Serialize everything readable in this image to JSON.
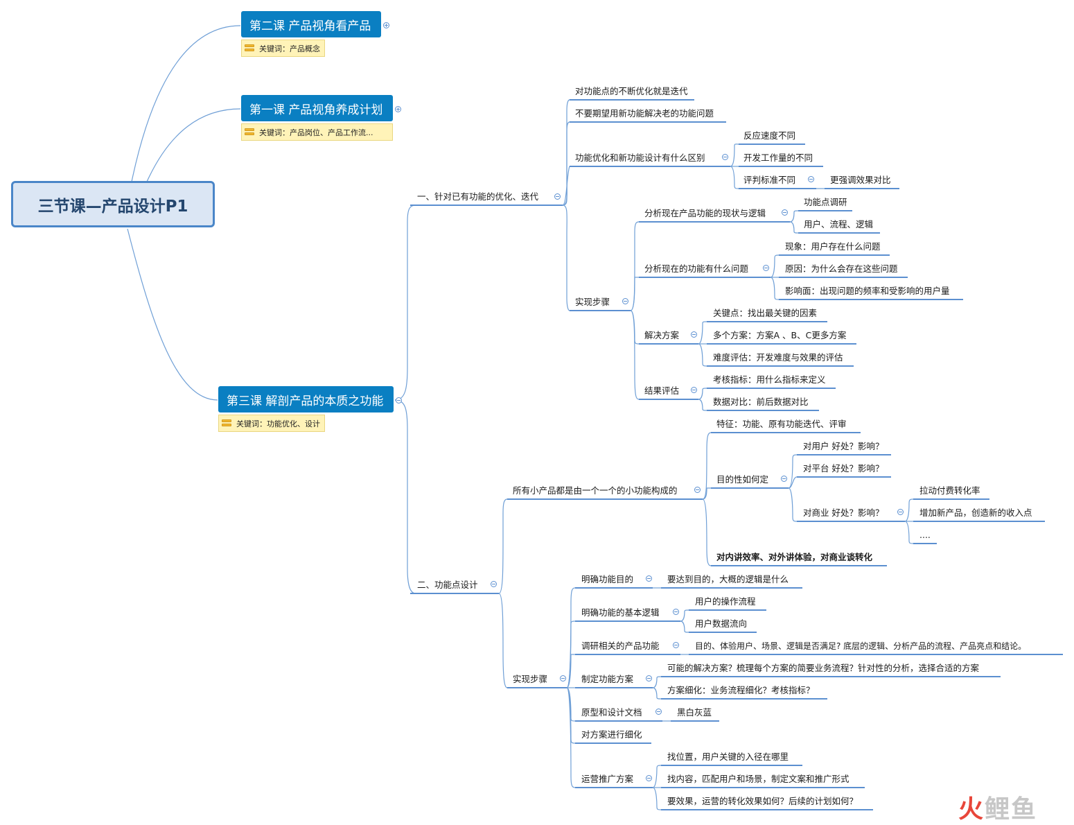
{
  "root": "三节课—产品设计P1",
  "lessons": [
    {
      "id": "l2",
      "title": "第二课 产品视角看产品",
      "note": "关键词：产品概念"
    },
    {
      "id": "l1",
      "title": "第一课 产品视角养成计划",
      "note": "关键词：产品岗位、产品工作流..."
    },
    {
      "id": "l3",
      "title": "第三课 解剖产品的本质之功能",
      "note": "关键词：功能优化、设计"
    }
  ],
  "topics": {
    "a": "一、针对已有功能的优化、迭代",
    "a1": "对功能点的不断优化就是迭代",
    "a2": "不要期望用新功能解决老的功能问题",
    "a3": "功能优化和新功能设计有什么区别",
    "a3a": "反应速度不同",
    "a3b": "开发工作量的不同",
    "a3c": "评判标准不同",
    "a3c1": "更强调效果对比",
    "a4": "实现步骤",
    "a4a": "分析现在产品功能的现状与逻辑",
    "a4a1": "功能点调研",
    "a4a2": "用户、流程、逻辑",
    "a4b": "分析现在的功能有什么问题",
    "a4b1": "现象：用户存在什么问题",
    "a4b2": "原因：为什么会存在这些问题",
    "a4b3": "影响面：出现问题的频率和受影响的用户量",
    "a4c": "解决方案",
    "a4c1": "关键点：找出最关键的因素",
    "a4c2": "多个方案：方案A 、B、C更多方案",
    "a4c3": "难度评估：开发难度与效果的评估",
    "a4d": "结果评估",
    "a4d1": "考核指标：用什么指标来定义",
    "a4d2": "数据对比：前后数据对比",
    "b": "二、功能点设计",
    "b1": "所有小产品都是由一个一个的小功能构成的",
    "b1a": "特征：功能、原有功能迭代、评审",
    "b1b": "目的性如何定",
    "b1b1": "对用户 好处？影响？",
    "b1b2": "对平台 好处？影响？",
    "b1b3": "对商业 好处？影响？",
    "b1b3a": "拉动付费转化率",
    "b1b3b": "增加新产品，创造新的收入点",
    "b1b3c": "....",
    "b1c": "对内讲效率、对外讲体验，对商业谈转化",
    "b2": "实现步骤",
    "b2a": "明确功能目的",
    "b2a1": "要达到目的，大概的逻辑是什么",
    "b2b": "明确功能的基本逻辑",
    "b2b1": "用户的操作流程",
    "b2b2": "用户数据流向",
    "b2c": "调研相关的产品功能",
    "b2c1": "目的、体验用户、场景、逻辑是否满足? 底层的逻辑、分析产品的流程、产品亮点和结论。",
    "b2d": "制定功能方案",
    "b2d1": "可能的解决方案？梳理每个方案的简要业务流程？针对性的分析，选择合适的方案",
    "b2d2": "方案细化：业务流程细化？考核指标？",
    "b2e": "原型和设计文档",
    "b2e1": "黑白灰蓝",
    "b2f": "对方案进行细化",
    "b2g": "运营推广方案",
    "b2g1": "找位置，用户关键的入径在哪里",
    "b2g2": "找内容，匹配用户和场景，制定文案和推广形式",
    "b2g3": "要效果，运营的转化效果如何？后续的计划如何？"
  },
  "watermark": {
    "part1": "火",
    "part2": "鲤鱼"
  },
  "colors": {
    "line": "#5b8fd0",
    "lesson_bg": "#0a7fc2",
    "root_border": "#4a86c8",
    "root_bg": "#dbe6f4",
    "note_bg": "#fff3b8"
  }
}
